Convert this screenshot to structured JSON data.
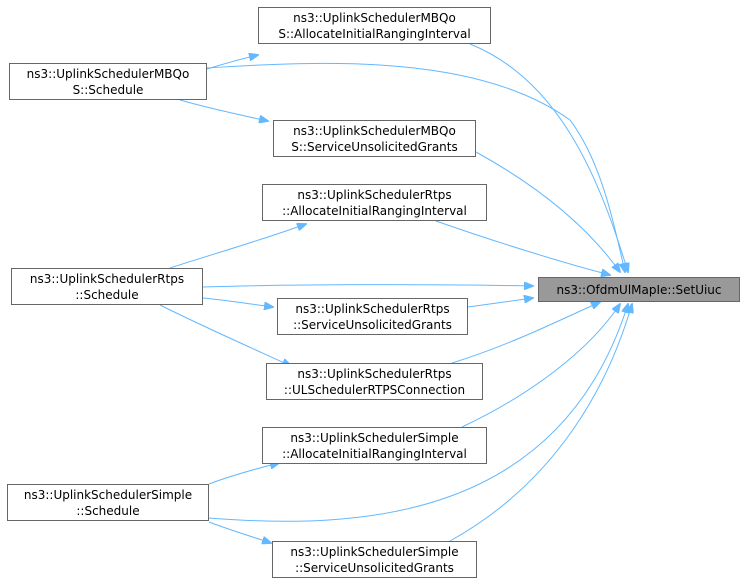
{
  "graph": {
    "colors": {
      "edge": "#63b8ff",
      "node_border": "#666666",
      "target_fill": "#999999"
    },
    "target": {
      "lines": [
        "ns3::OfdmUlMapIe::SetUiuc"
      ]
    },
    "callers": [
      {
        "id": "mbqos-aira",
        "lines": [
          "ns3::UplinkSchedulerMBQo",
          "S::AllocateInitialRangingInterval"
        ]
      },
      {
        "id": "mbqos-sched",
        "lines": [
          "ns3::UplinkSchedulerMBQo",
          "S::Schedule"
        ]
      },
      {
        "id": "mbqos-sug",
        "lines": [
          "ns3::UplinkSchedulerMBQo",
          "S::ServiceUnsolicitedGrants"
        ]
      },
      {
        "id": "rtps-aira",
        "lines": [
          "ns3::UplinkSchedulerRtps",
          "::AllocateInitialRangingInterval"
        ]
      },
      {
        "id": "rtps-sched",
        "lines": [
          "ns3::UplinkSchedulerRtps",
          "::Schedule"
        ]
      },
      {
        "id": "rtps-sug",
        "lines": [
          "ns3::UplinkSchedulerRtps",
          "::ServiceUnsolicitedGrants"
        ]
      },
      {
        "id": "rtps-ulsc",
        "lines": [
          "ns3::UplinkSchedulerRtps",
          "::ULSchedulerRTPSConnection"
        ]
      },
      {
        "id": "simple-aira",
        "lines": [
          "ns3::UplinkSchedulerSimple",
          "::AllocateInitialRangingInterval"
        ]
      },
      {
        "id": "simple-sched",
        "lines": [
          "ns3::UplinkSchedulerSimple",
          "::Schedule"
        ]
      },
      {
        "id": "simple-sug",
        "lines": [
          "ns3::UplinkSchedulerSimple",
          "::ServiceUnsolicitedGrants"
        ]
      }
    ]
  }
}
